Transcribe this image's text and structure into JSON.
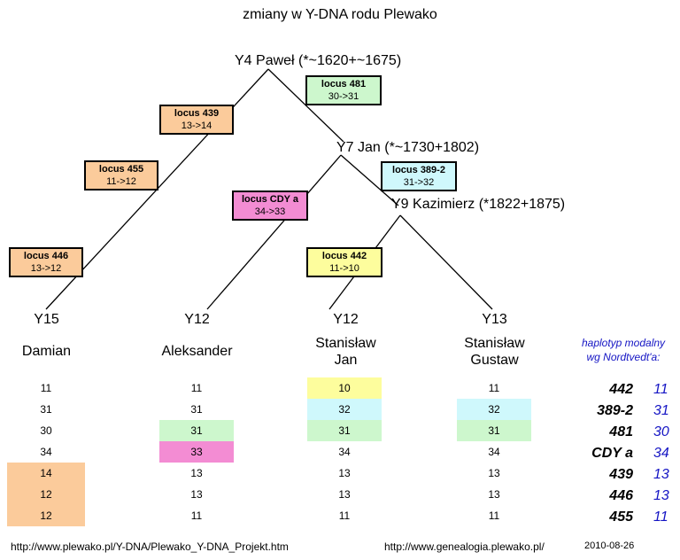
{
  "title": "zmiany w Y-DNA rodu Plewako",
  "nodes": {
    "y4": "Y4 Paweł (*~1620+~1675)",
    "y7": "Y7 Jan (*~1730+1802)",
    "y9": "Y9 Kazimierz (*1822+1875)"
  },
  "mutations": [
    {
      "locus": "locus 481",
      "change": "30->31",
      "color": "#cdf7cd"
    },
    {
      "locus": "locus 439",
      "change": "13->14",
      "color": "#fbcb9b"
    },
    {
      "locus": "locus 455",
      "change": "11->12",
      "color": "#fbcb9b"
    },
    {
      "locus": "locus 389-2",
      "change": "31->32",
      "color": "#cff8fc"
    },
    {
      "locus": "locus CDY a",
      "change": "34->33",
      "color": "#f38cd3"
    },
    {
      "locus": "locus 446",
      "change": "13->12",
      "color": "#fbcb9b"
    },
    {
      "locus": "locus 442",
      "change": "11->10",
      "color": "#fdfd9d"
    }
  ],
  "leaves": [
    {
      "haplo": "Y15",
      "name1": "Damian",
      "name2": "",
      "values": [
        "11",
        "31",
        "30",
        "34",
        "14",
        "12",
        "12"
      ]
    },
    {
      "haplo": "Y12",
      "name1": "Aleksander",
      "name2": "",
      "values": [
        "11",
        "31",
        "31",
        "33",
        "13",
        "13",
        "11"
      ]
    },
    {
      "haplo": "Y12",
      "name1": "Stanisław",
      "name2": "Jan",
      "values": [
        "10",
        "32",
        "31",
        "34",
        "13",
        "13",
        "11"
      ]
    },
    {
      "haplo": "Y13",
      "name1": "Stanisław",
      "name2": "Gustaw",
      "values": [
        "11",
        "32",
        "31",
        "34",
        "13",
        "13",
        "11"
      ]
    }
  ],
  "modal": {
    "header1": "haplotyp modalny",
    "header2": "wg Nordtvedt'a:",
    "rows": [
      {
        "locus": "442",
        "value": "11"
      },
      {
        "locus": "389-2",
        "value": "31"
      },
      {
        "locus": "481",
        "value": "30"
      },
      {
        "locus": "CDY a",
        "value": "34"
      },
      {
        "locus": "439",
        "value": "13"
      },
      {
        "locus": "446",
        "value": "13"
      },
      {
        "locus": "455",
        "value": "11"
      }
    ]
  },
  "colors": {
    "peach": "#fbcb9b",
    "green": "#cdf7cd",
    "cyan": "#cff8fc",
    "pink": "#f38cd3",
    "yellow": "#fdfd9d",
    "modal_blue": "#1515c4"
  },
  "footer": {
    "url1": "http://www.plewako.pl/Y-DNA/Plewako_Y-DNA_Projekt.htm",
    "url2": "http://www.genealogia.plewako.pl/",
    "date": "2010-08-26"
  }
}
